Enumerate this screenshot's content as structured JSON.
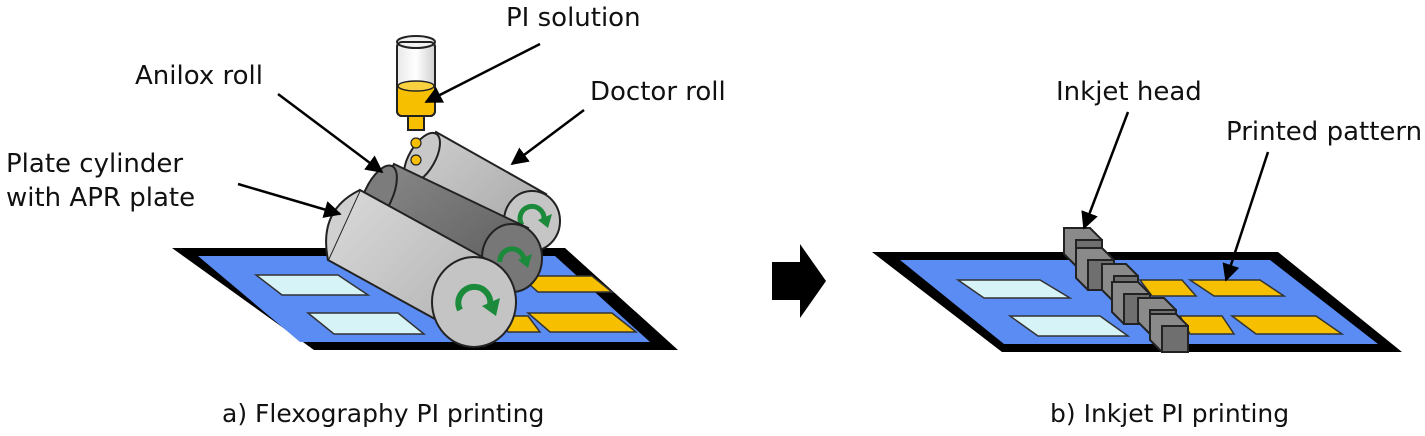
{
  "panel_a": {
    "labels": {
      "pi_solution": "PI solution",
      "anilox_roll": "Anilox roll",
      "doctor_roll": "Doctor roll",
      "plate_cylinder_line1": "Plate cylinder",
      "plate_cylinder_line2": "with APR plate"
    },
    "caption": "a) Flexography PI printing"
  },
  "panel_b": {
    "labels": {
      "inkjet_head": "Inkjet head",
      "printed_pattern": "Printed pattern"
    },
    "caption": "b) Inkjet PI printing"
  },
  "colors": {
    "substrate_border": "#000000",
    "substrate": "#5b8cf3",
    "cell_blank": "#d6f3f8",
    "printed_pi": "#f6c000",
    "plate_cylinder": "#c4c4c4",
    "anilox": "#6e6e6e",
    "doctor": "#b5b5b5",
    "rotation_arrow": "#1b8a3a",
    "head": "#7f7f7f"
  }
}
